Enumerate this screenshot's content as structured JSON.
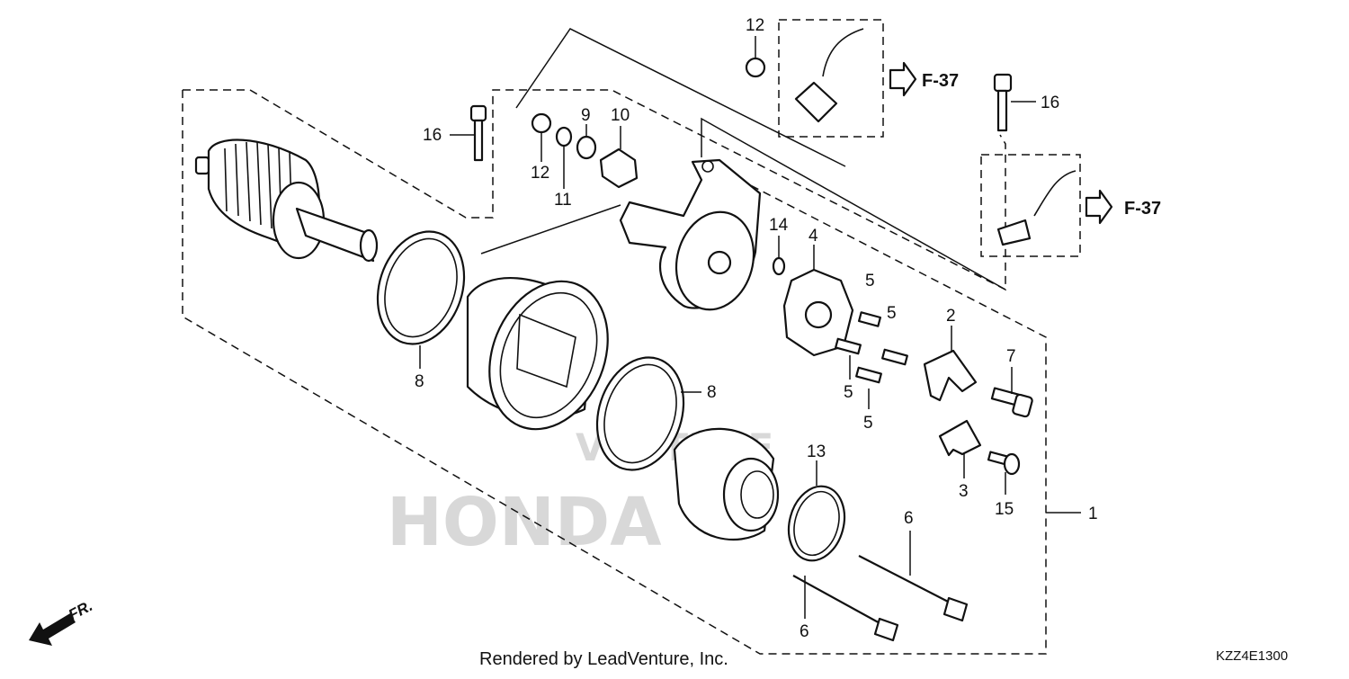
{
  "diagram": {
    "callouts": {
      "c1": "1",
      "c2": "2",
      "c3": "3",
      "c4": "4",
      "c5a": "5",
      "c5b": "5",
      "c5c": "5",
      "c5d": "5",
      "c6a": "6",
      "c6b": "6",
      "c7": "7",
      "c8a": "8",
      "c8b": "8",
      "c9": "9",
      "c10": "10",
      "c11": "11",
      "c12a": "12",
      "c12b": "12",
      "c13": "13",
      "c14": "14",
      "c15": "15",
      "c16a": "16",
      "c16b": "16"
    },
    "references": {
      "ref_top": "F-37",
      "ref_right": "F-37"
    },
    "direction_label": "FR.",
    "watermark": {
      "brand": "HONDA",
      "dealer": "VENTURE"
    },
    "footer": {
      "credit": "Rendered by LeadVenture, Inc.",
      "code": "KZZ4E1300"
    }
  }
}
